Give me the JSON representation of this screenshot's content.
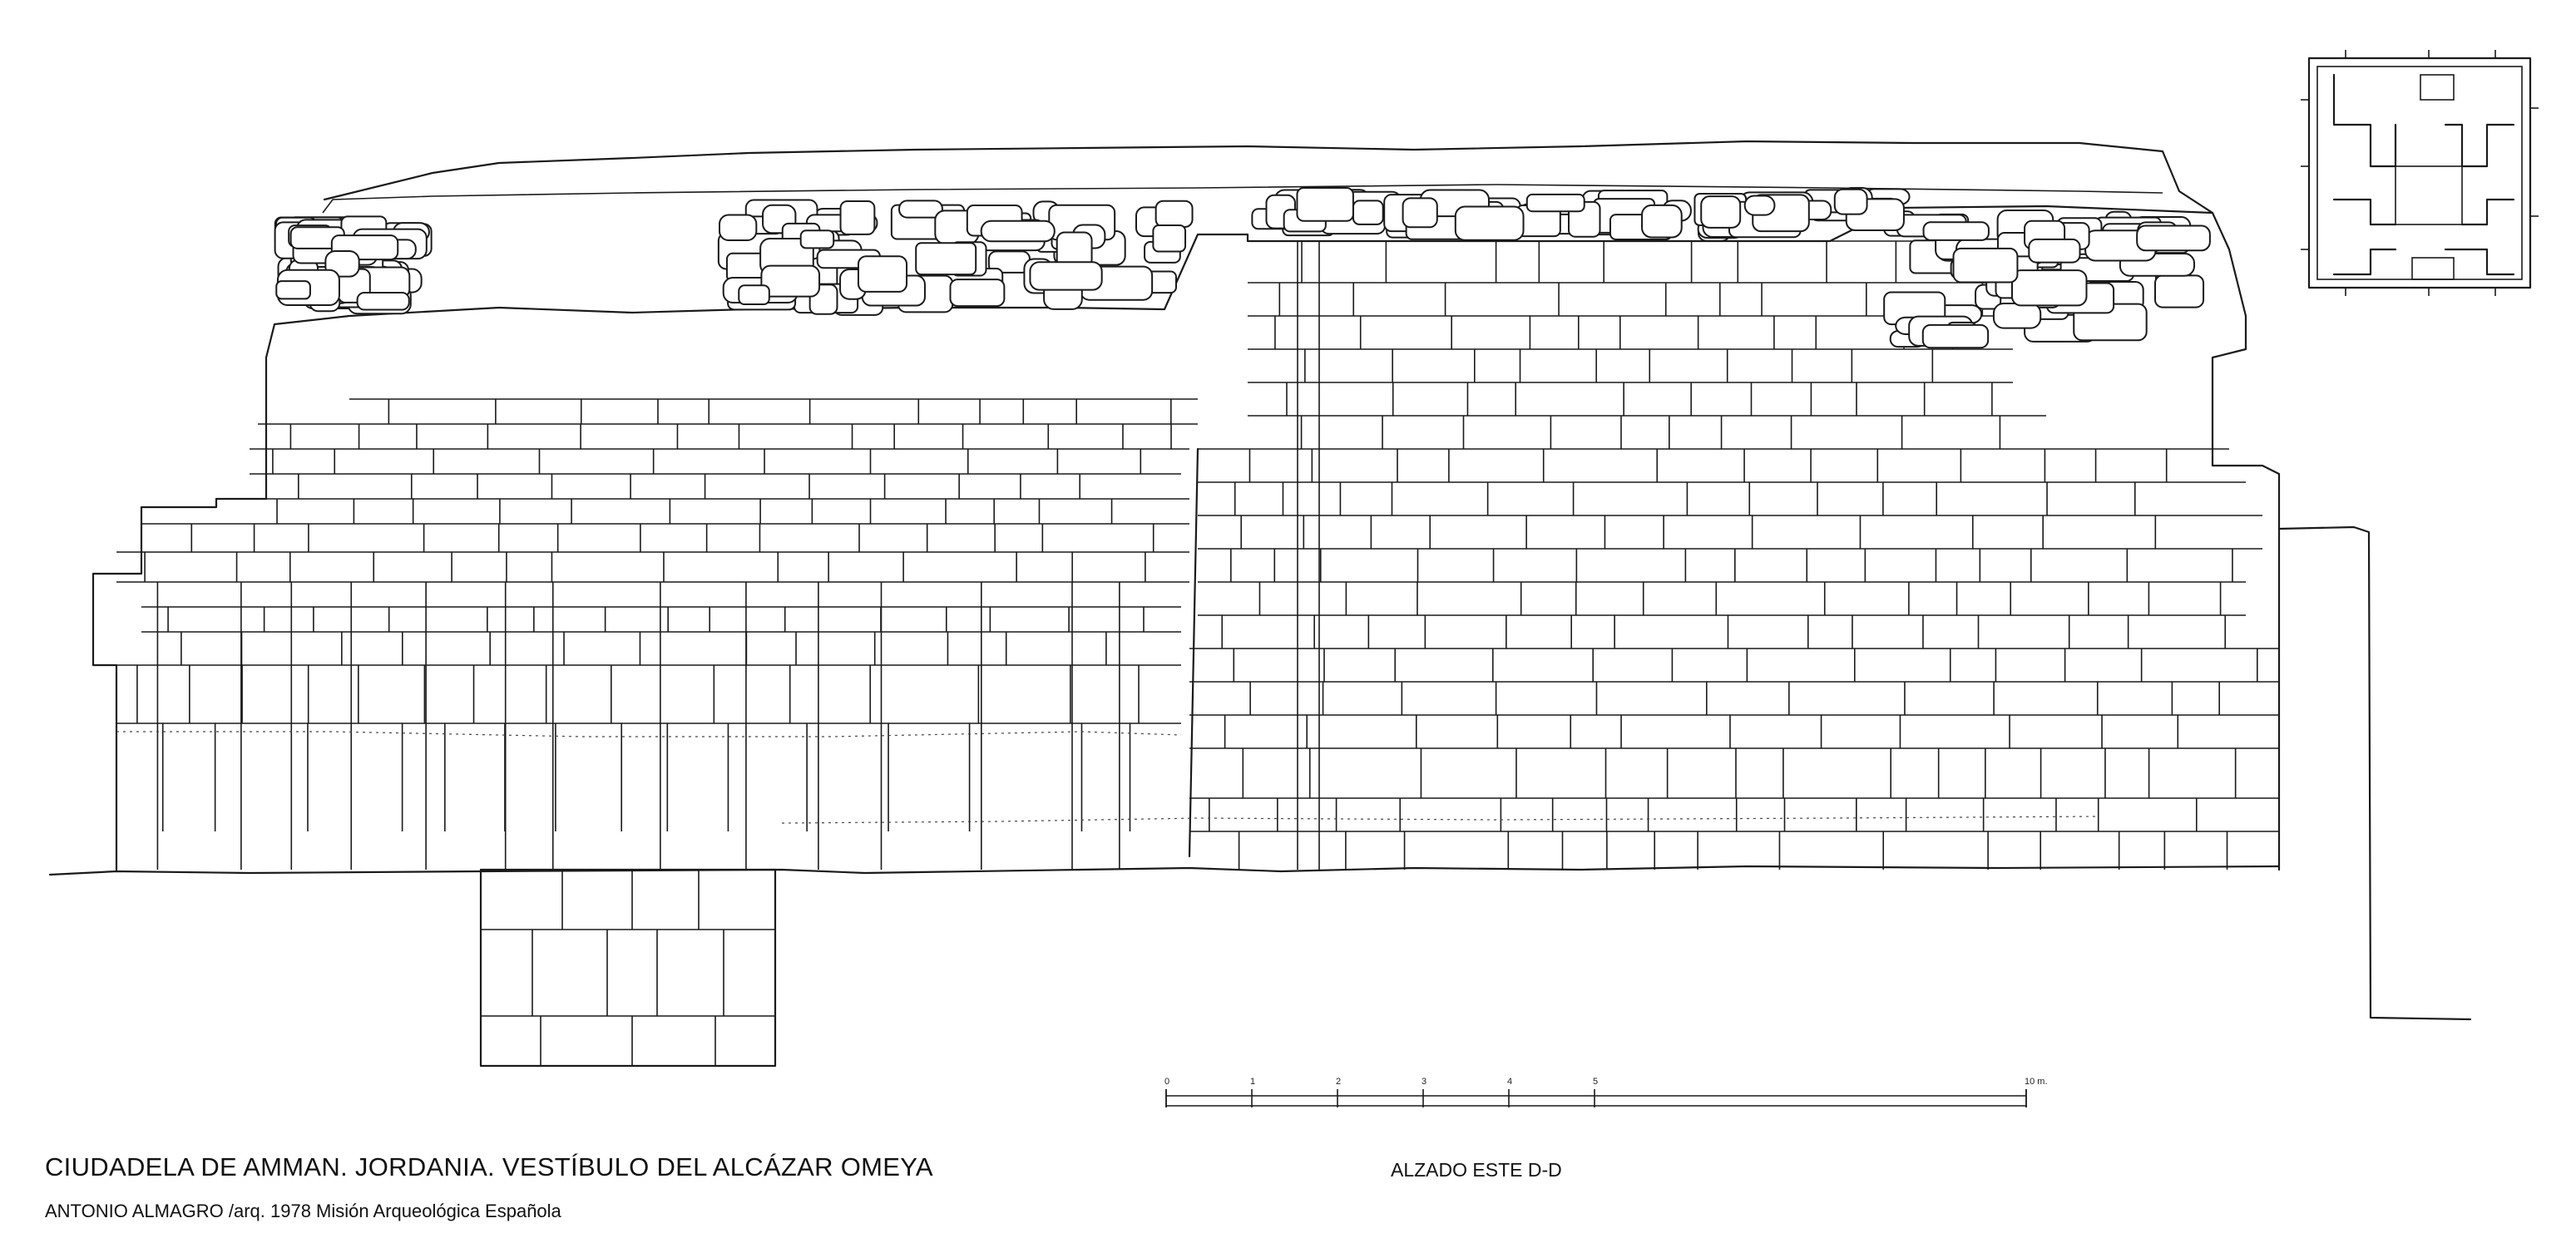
{
  "drawing": {
    "title": "CIUDADELA DE AMMAN. JORDANIA. VESTÍBULO DEL ALCÁZAR OMEYA",
    "subtitle": "ANTONIO ALMAGRO /arq.  1978   Misión Arqueológica Española",
    "view_label": "ALZADO ESTE  D-D"
  },
  "scale_bar": {
    "ticks": [
      "0",
      "1",
      "2",
      "3",
      "4",
      "5",
      "10 m."
    ]
  },
  "colors": {
    "ink": "#1a1a1a",
    "paper": "#ffffff"
  }
}
